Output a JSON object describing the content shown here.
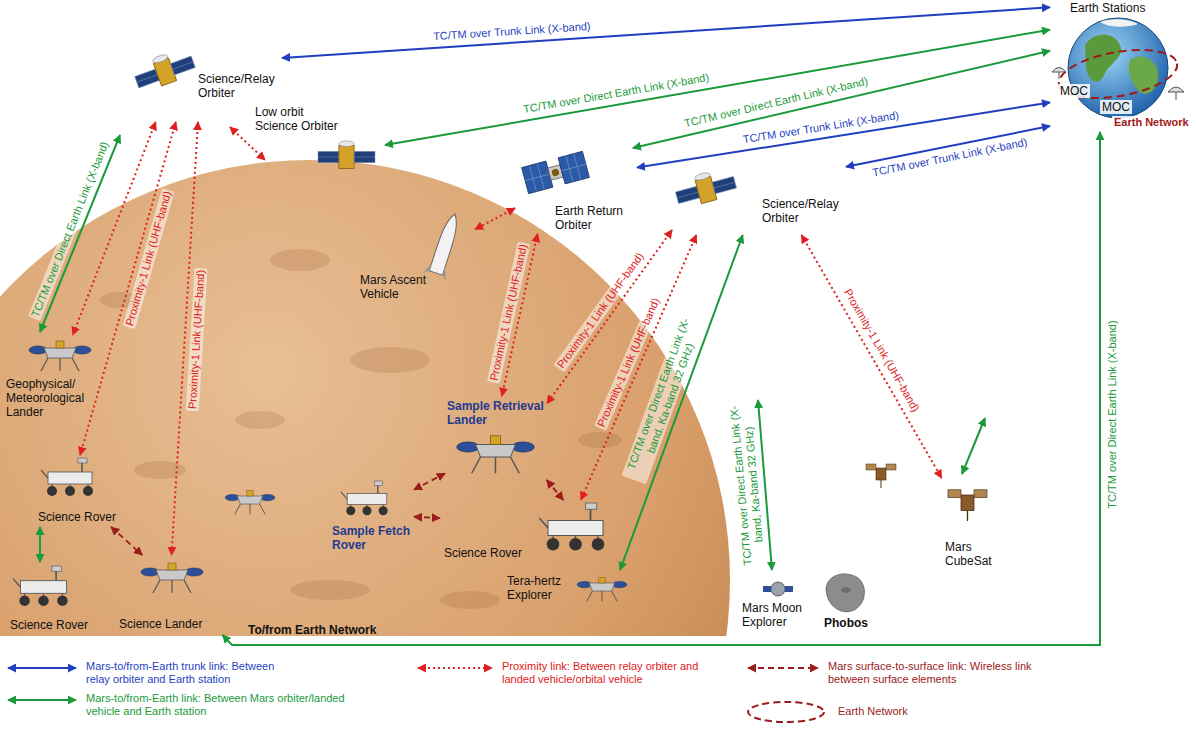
{
  "diagram": {
    "nodes": [
      {
        "text": [
          "Earth Stations",
          "MOC",
          "MOC",
          "Earth Network"
        ]
      },
      {
        "text": [
          "Science/Relay Orbiter"
        ]
      },
      {
        "text": [
          "Low orbit Science Orbiter"
        ]
      },
      {
        "text": [
          "Earth Return Orbiter"
        ]
      },
      {
        "text": [
          "Science/Relay Orbiter"
        ]
      },
      {
        "text": [
          "Mars Ascent Vehicle"
        ]
      },
      {
        "text": [
          "Geophysical/ Meteorological Lander"
        ]
      },
      {
        "text": [
          "Science Rover"
        ]
      },
      {
        "text": [
          "Science Rover"
        ]
      },
      {
        "text": [
          "Science Lander"
        ]
      },
      {
        "text": [
          "Sample Retrieval Lander"
        ]
      },
      {
        "text": [
          "Sample Fetch Rover"
        ]
      },
      {
        "text": [
          "Science Rover"
        ]
      },
      {
        "text": [
          "Tera-hertz Explorer"
        ]
      },
      {
        "text": [
          "Mars Moon Explorer"
        ]
      },
      {
        "text": [
          "Phobos"
        ]
      },
      {
        "text": [
          "Mars CubeSat"
        ]
      }
    ],
    "edges": [
      {
        "from": 1,
        "to": 0,
        "arrow": "both",
        "label": "TC/TM over Trunk Link (X-band)"
      },
      {
        "from": 2,
        "to": 0,
        "arrow": "both",
        "label": "TC/TM over Direct Earth Link (X-band)"
      },
      {
        "from": 3,
        "to": 0,
        "arrow": "both",
        "label": "TC/TM over Direct Earth Link (X-band)"
      },
      {
        "from": 3,
        "to": 0,
        "arrow": "both",
        "label": "TC/TM over Trunk Link (X-band)"
      },
      {
        "from": 4,
        "to": 0,
        "arrow": "both",
        "label": "TC/TM over Trunk Link (X-band)"
      },
      {
        "from": 1,
        "to": 6,
        "arrow": "both"
      },
      {
        "from": 1,
        "to": 7,
        "arrow": "both",
        "label": "Proximity-1 Link (UHF-band)"
      },
      {
        "from": 1,
        "to": 9,
        "arrow": "both",
        "label": "Proximity-1 Link (UHF-band)"
      },
      {
        "from": 3,
        "to": 5,
        "arrow": "both"
      },
      {
        "from": 3,
        "to": 10,
        "arrow": "both",
        "label": "Proximity-1 Link (UHF-band)"
      },
      {
        "from": 4,
        "to": 10,
        "arrow": "both",
        "label": "Proximity-1 Link (UHF-band)"
      },
      {
        "from": 4,
        "to": 12,
        "arrow": "both",
        "label": "Proximity-1 Link (UHF-band)"
      },
      {
        "from": 4,
        "to": 16,
        "arrow": "both",
        "label": "Proximity-1 Link (UHF-band)"
      },
      {
        "from": 13,
        "to": 4,
        "arrow": "both",
        "label": "TC/TM over Direct Earth Link (X-band, Ka-band 32 GHz)"
      },
      {
        "from": 9,
        "to": 0,
        "arrow": "both",
        "label": "TC/TM over Direct Earth Link (X-band)"
      },
      {
        "from": 11,
        "to": 10,
        "arrow": "both"
      },
      {
        "from": 11,
        "to": 12,
        "arrow": "both"
      },
      {
        "from": 10,
        "to": 12,
        "arrow": "both"
      },
      {
        "from": 7,
        "to": 9,
        "arrow": "both"
      },
      {
        "from": 7,
        "to": 8,
        "arrow": "both"
      }
    ],
    "labels": [
      "TC/TM over Direct Earth Link (X-band)",
      "TC/TM over Direct Earth Link (X-band, Ka-band 32 GHz)",
      "To/from Earth Network"
    ],
    "legend": [
      {
        "text": "Mars-to/from-Earth trunk link: Between relay orbiter and Earth station"
      },
      {
        "text": "Mars-to/from-Earth link: Between Mars orbiter/landed vehicle and Earth station"
      },
      {
        "text": "Proximity link: Between relay orbiter and landed vehicle/orbital vehicle"
      },
      {
        "text": "Mars surface-to-surface link: Wireless link between surface elements"
      },
      {
        "text": "Earth Network"
      }
    ]
  }
}
